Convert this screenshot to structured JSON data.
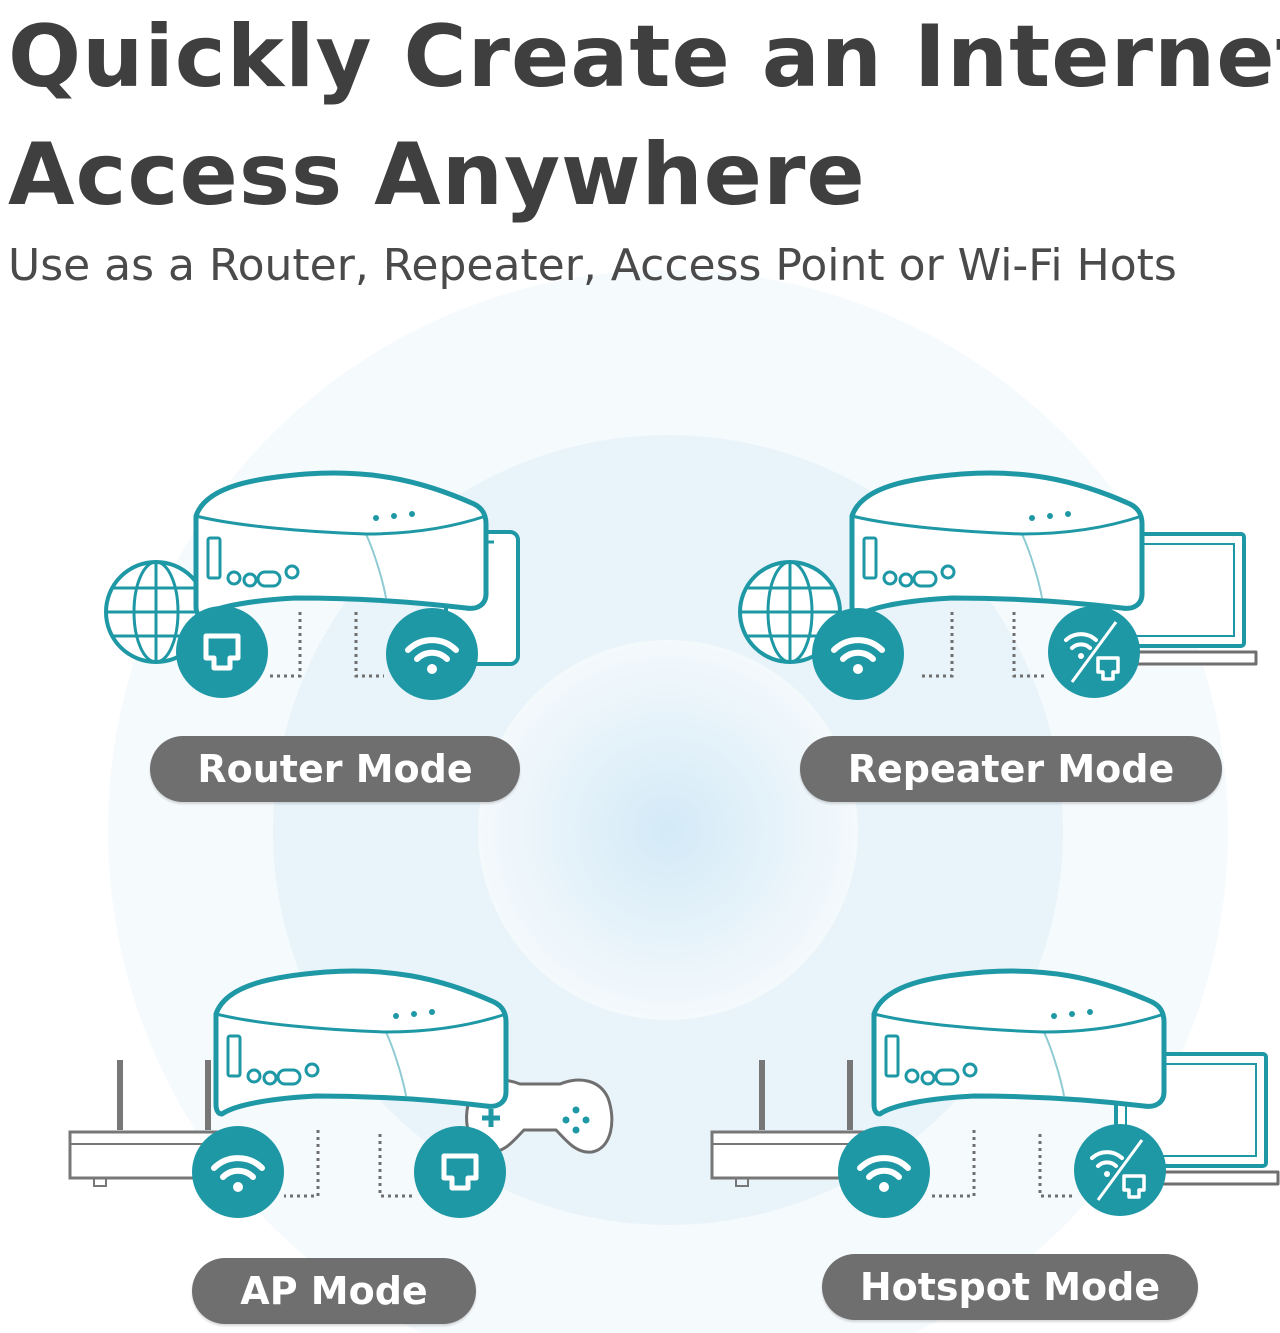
{
  "headline": {
    "line1": "Quickly Create an Internet",
    "line2": "Access Anywhere"
  },
  "subheadline": "Use as a Router, Repeater, Access Point or Wi-Fi Hots",
  "colors": {
    "accent": "#1f98a6",
    "heading": "#3f3f3f",
    "pill": "#6f6f6f",
    "glow": "#d6ecf7"
  },
  "modes": [
    {
      "label": "Router Mode",
      "icons": [
        "globe-icon",
        "ethernet-port-icon",
        "wifi-icon",
        "smartphone-icon"
      ]
    },
    {
      "label": "Repeater Mode",
      "icons": [
        "globe-icon",
        "wifi-icon",
        "wifi-ethernet-icon",
        "laptop-icon"
      ]
    },
    {
      "label": "AP Mode",
      "icons": [
        "wired-router-icon",
        "wifi-icon",
        "ethernet-port-icon",
        "game-controller-icon"
      ]
    },
    {
      "label": "Hotspot Mode",
      "icons": [
        "wired-router-icon",
        "wifi-icon",
        "wifi-ethernet-icon",
        "laptop-icon"
      ]
    }
  ]
}
